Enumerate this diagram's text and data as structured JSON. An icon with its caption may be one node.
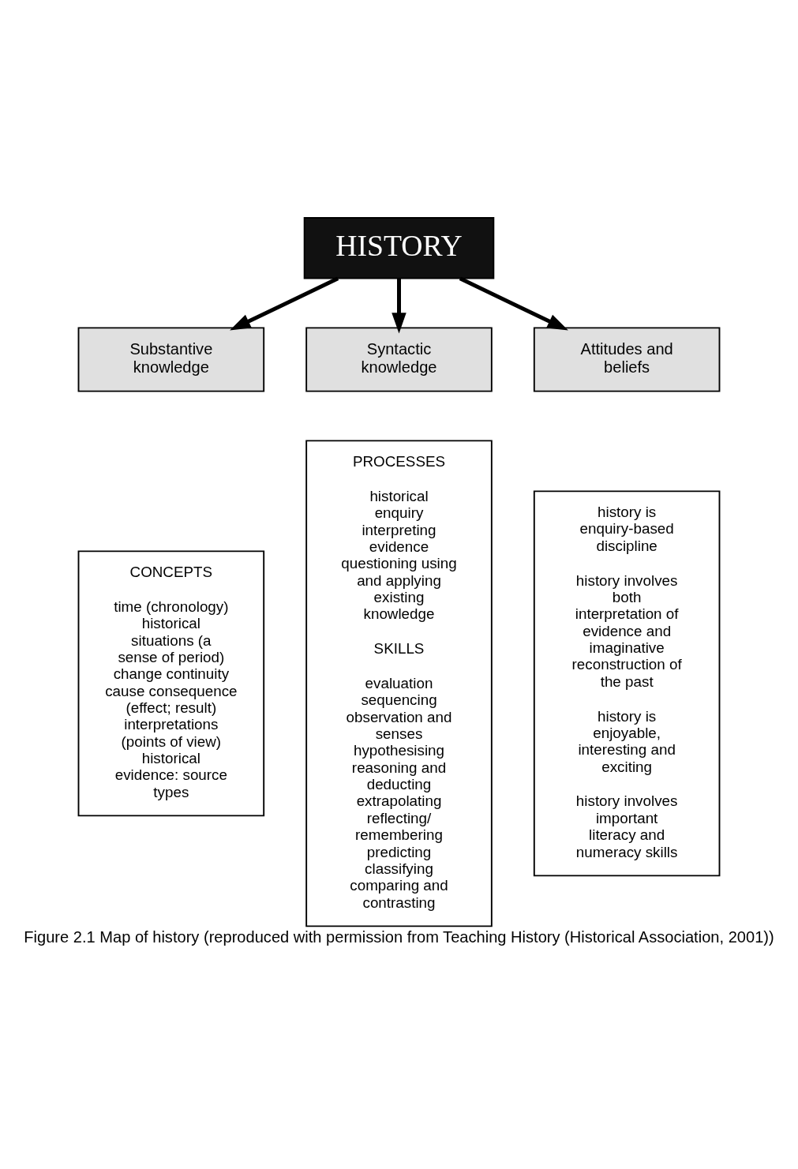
{
  "diagram": {
    "caption": "Figure 2.1 Map of history (reproduced with permission from *Teaching History* (Historical Association, 2001))",
    "nodes": [
      {
        "text": [
          "HISTORY"
        ]
      },
      {
        "text": [
          "Substantive knowledge"
        ]
      },
      {
        "text": [
          "Syntactic knowledge"
        ]
      },
      {
        "text": [
          "Attitudes and beliefs"
        ]
      },
      {
        "text": [
          "CONCEPTS",
          "time (chronology) historical situations (a sense of period) change continuity cause consequence (effect; result) interpretations (points of view) historical evidence: source types"
        ]
      },
      {
        "text": [
          "PROCESSES",
          "historical enquiry interpreting evidence questioning using and applying existing knowledge",
          "SKILLS",
          "evaluation sequencing observation and senses hypothesising reasoning and deducting extrapolating reflecting/ remembering predicting classifying comparing and contrasting"
        ]
      },
      {
        "text": [
          "history is enquiry-based discipline",
          "history involves both interpretation of evidence and imaginative reconstruction of the past",
          "history is enjoyable, interesting and exciting",
          "history involves important literacy and numeracy skills"
        ]
      }
    ],
    "edges": [
      {
        "from": 0,
        "to": 1,
        "arrow": "to"
      },
      {
        "from": 0,
        "to": 2,
        "arrow": "to"
      },
      {
        "from": 0,
        "to": 3,
        "arrow": "to"
      }
    ]
  }
}
